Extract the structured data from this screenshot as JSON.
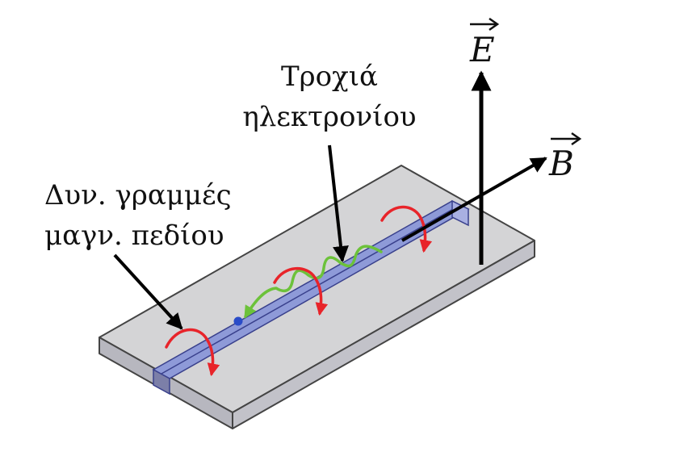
{
  "labels": {
    "trajectory_line1": "Τροχιά",
    "trajectory_line2": "ηλεκτρονίου",
    "fieldlines_line1": "Δυν. γραμμές",
    "fieldlines_line2": "μαγν. πεδίου",
    "e_vector": "E",
    "b_vector": "B"
  },
  "colors": {
    "slab_top": "#d4d4d6",
    "slab_side": "#9a9aa6",
    "channel": "#8e9ad8",
    "field_line": "#e8242a",
    "trajectory": "#6cc23a",
    "electron": "#2a4cc8",
    "arrow": "#000000"
  }
}
